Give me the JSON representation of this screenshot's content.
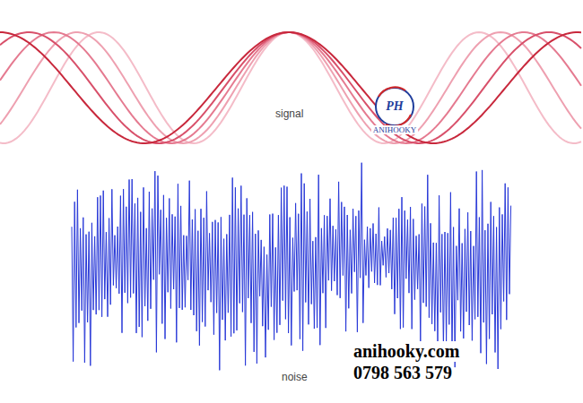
{
  "diagram": {
    "labels": [
      "signal",
      "noise",
      "PH",
      "ANIHOOKY",
      "anihooky.com",
      "0798 563 579"
    ]
  }
}
